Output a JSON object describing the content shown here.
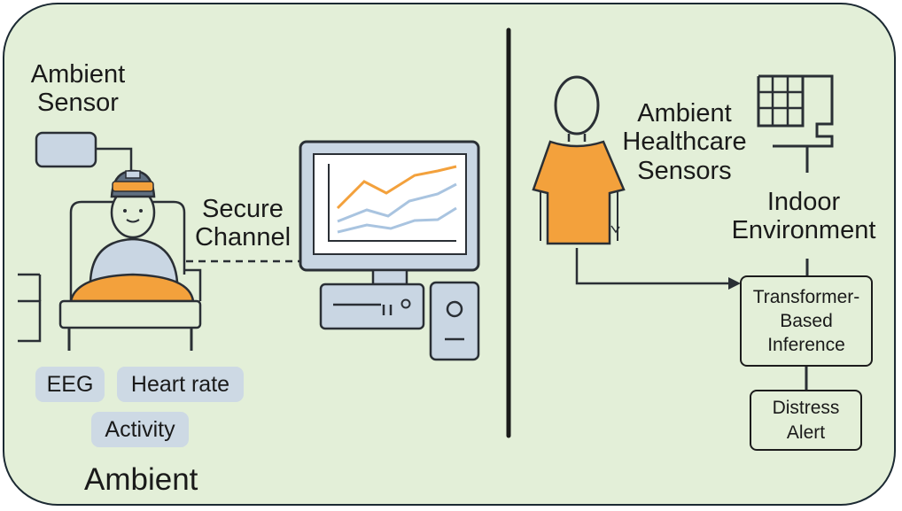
{
  "left": {
    "ambient_sensor_label": [
      "Ambient",
      "Sensor"
    ],
    "secure_channel_label": [
      "Secure",
      "Channel"
    ],
    "signals": [
      "EEG",
      "Heart rate",
      "Activity"
    ],
    "caption": "Ambient"
  },
  "right": {
    "healthcare_sensors_label": [
      "Ambient",
      "Healthcare",
      "Sensors"
    ],
    "indoor_label": [
      "Indoor",
      "Environment"
    ],
    "inference_box": [
      "Transformer-",
      "Based",
      "Inference"
    ],
    "alert_box": [
      "Distress",
      "Alert"
    ]
  },
  "colors": {
    "background": "#e3efd8",
    "accent_orange": "#f3a13c",
    "sensor_blue": "#c9d6e3",
    "line_blue": "#a9c4e0"
  },
  "icons": [
    "sensor-box-icon",
    "patient-bed-icon",
    "computer-monitor-icon",
    "desktop-tower-icon",
    "person-icon",
    "floor-plan-icon"
  ]
}
